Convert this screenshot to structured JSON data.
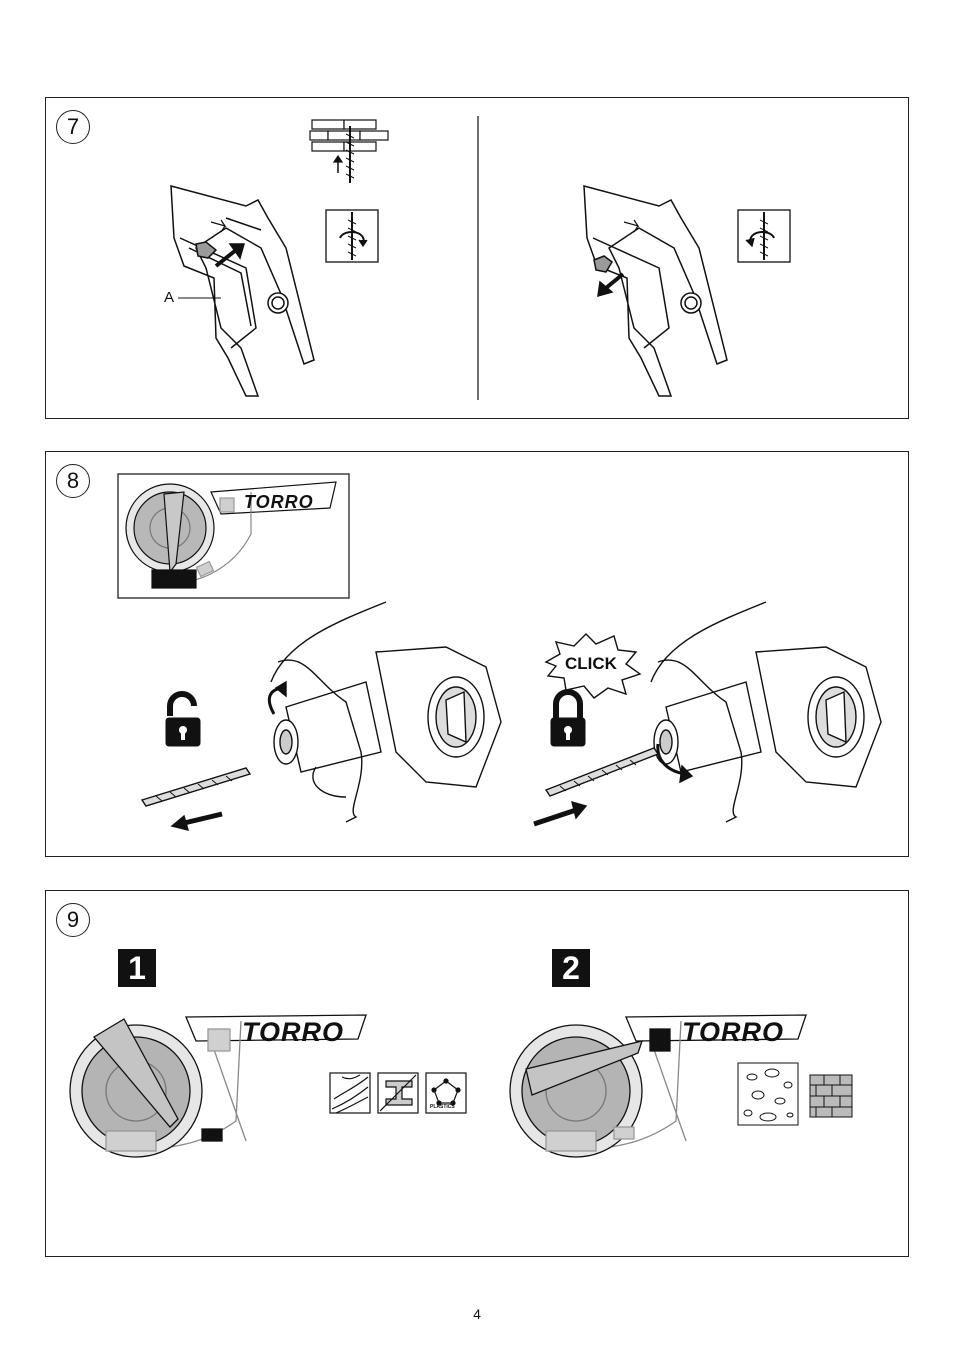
{
  "figures": [
    {
      "number": "7",
      "callout_label": "A"
    },
    {
      "number": "8",
      "brand": "TORRO",
      "click_text": "CLICK"
    },
    {
      "number": "9",
      "brand": "TORRO",
      "steps": [
        "1",
        "2"
      ],
      "plastics_label": "PLASTICS"
    }
  ],
  "page_number": "4",
  "colors": {
    "line": "#111111",
    "gray": "#b5b5b5",
    "light_gray": "#d8d8d8",
    "dark": "#222222"
  }
}
